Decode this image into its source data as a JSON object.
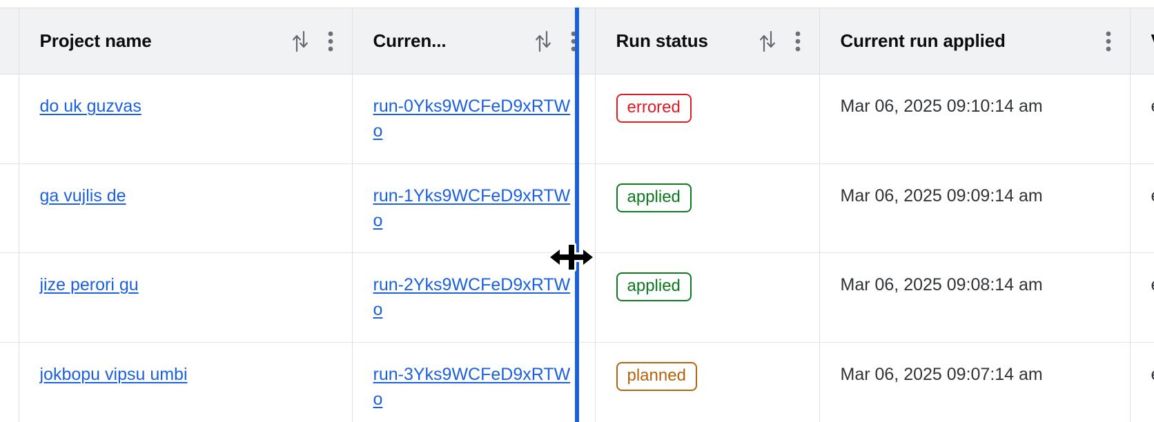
{
  "table": {
    "columns": [
      {
        "key": "select",
        "label": "",
        "has_sort": false,
        "has_menu": false
      },
      {
        "key": "project",
        "label": "Project name",
        "has_sort": true,
        "has_menu": true
      },
      {
        "key": "current_run",
        "label": "Curren...",
        "has_sort": true,
        "has_menu": true
      },
      {
        "key": "run_status",
        "label": "Run status",
        "has_sort": true,
        "has_menu": true
      },
      {
        "key": "applied",
        "label": "Current run applied",
        "has_sort": false,
        "has_menu": true
      },
      {
        "key": "overflow",
        "label": "V",
        "has_sort": false,
        "has_menu": false
      }
    ],
    "rows": [
      {
        "project": "do uk guzvas",
        "current_run": "run-0Yks9WCFeD9xRTWo",
        "run_status": "errored",
        "run_status_color": "#e01b24",
        "applied": "Mar 06, 2025 09:10:14 am",
        "overflow": "e"
      },
      {
        "project": "ga vujlis de",
        "current_run": "run-1Yks9WCFeD9xRTWo",
        "run_status": "applied",
        "run_status_color": "#0a7a1f",
        "applied": "Mar 06, 2025 09:09:14 am",
        "overflow": "e"
      },
      {
        "project": "jize perori gu",
        "current_run": "run-2Yks9WCFeD9xRTWo",
        "run_status": "applied",
        "run_status_color": "#0a7a1f",
        "applied": "Mar 06, 2025 09:08:14 am",
        "overflow": "e"
      },
      {
        "project": "jokbopu vipsu umbi",
        "current_run": "run-3Yks9WCFeD9xRTWo",
        "run_status": "planned",
        "run_status_color": "#b5620b",
        "applied": "Mar 06, 2025 09:07:14 am",
        "overflow": "e"
      }
    ]
  },
  "interaction": {
    "resize_divider_color": "#1a5fe0",
    "cursor": "col-resize"
  },
  "icons": {
    "sort": "sort-updown-icon",
    "menu": "kebab-menu-icon",
    "resize": "col-resize-cursor"
  },
  "colors": {
    "header_bg": "#f1f2f3",
    "border": "#dcdfe3",
    "link": "#1b60e0",
    "text": "#2f3337",
    "accent": "#1a5fe0"
  }
}
